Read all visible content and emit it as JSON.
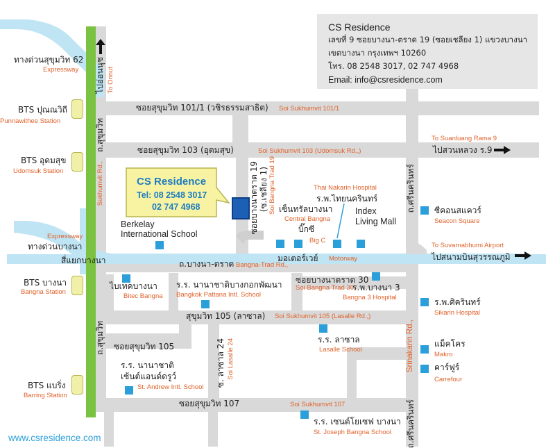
{
  "info_box": {
    "name": "CS Residence",
    "address_line1": "เลขที่ 9 ซอยบางนา-ตราด 19 (ซอยเชลียง 1) แขวงบางนา",
    "address_line2": "เขตบางนา กรุงเทพฯ 10260",
    "phone": "โทร. 08 2548 3017, 02 747 4968",
    "email": "Email: info@csresidence.com"
  },
  "callout": {
    "title": "CS Residence",
    "tel1": "Tel: 08 2548 3017",
    "tel2": "02 747 4968"
  },
  "website": "www.csresidence.com",
  "colors": {
    "road": "#d9d9d9",
    "expressway": "#bfe4f3",
    "bts_line": "#7cc242",
    "place_marker": "#2b9fd9",
    "english_label": "#e0622a",
    "callout_bg": "#f7f3a3",
    "callout_text": "#1d7cc2",
    "info_bg": "#e6e6e6"
  },
  "expressways": {
    "sukhumvit62_th": "ทางด่วนสุขุมวิท 62",
    "sukhumvit62_en": "Expressway",
    "bangna_th": "ทางด่วนบางนา",
    "bangna_en": "Expressway"
  },
  "bts": {
    "punnawithi_th": "BTS ปุณณวิถี",
    "punnawithi_en": "Punnawithee Station",
    "udomsuk_th": "BTS อุดมสุข",
    "udomsuk_en": "Udomsuk Station",
    "bangna_th": "BTS บางนา",
    "bangna_en": "Bangna Station",
    "bearing_th": "BTS แบริ่ง",
    "bearing_en": "Barring Station"
  },
  "roads": {
    "to_onnut_th": "ไปอ่อนนุช",
    "to_onnut_en": "To Onnut",
    "sukhumvit_th": "ถ.สุขุมวิท",
    "sukhumvit_en": "Sukhumvit Rd.,",
    "sukhumvit_th2": "ถ.สุขุมวิท",
    "soi101_1_th": "ซอยสุขุมวิท 101/1 (วชิรธรรมสาธิต)",
    "soi101_1_en": "Soi Sukhumvit 101/1",
    "soi103_th": "ซอยสุขุมวิท 103 (อุดมสุข)",
    "soi103_en": "Soi Sukhumvit 103 (Udomsuk Rd.,)",
    "to_suanluang_en": "To Suanluang Rama 9",
    "to_suanluang_th": "ไปสวนหลวง ร.9",
    "srinakarin_th": "ถ.ศรีนครินทร์",
    "srinakarin_en": "Srinakarin Rd.,",
    "srinakarin_th2": "ถ.ศรีนครินทร์",
    "soi_bangna19_th": "ซอยบางนาตราด 19",
    "soi_bangna19_th2": "(ซ.เชลียง 1)",
    "soi_bangna19_en": "Soi Bangna Trad 19",
    "bangna_junction_th": "สี่แยกบางนา",
    "bangna_trad_th": "ถ.บางนา-ตราด",
    "bangna_trad_en": "Bangna-Trad Rd.,",
    "motorway_th": "มอเตอร์เวย์",
    "motorway_en": "Motorway",
    "to_airport_en": "To Suvarnabhumi Airport",
    "to_airport_th": "ไปสนามบินสุวรรณภูมิ",
    "soi_bangna30_th": "ซอยบางนาตราด 30",
    "soi_bangna30_en": "Soi Bangna Trad 30",
    "soi105_th": "สุขุมวิท 105 (ลาซาล)",
    "soi105_en": "Soi Sukhumvit 105 (Lasalle Rd.,)",
    "soi105_th2": "ซอยสุขุมวิท 105",
    "lasalle24_th": "ซ. ลาซาล 24",
    "lasalle24_en": "Soi Lasalle 24",
    "soi107_th": "ซอยสุขุมวิท 107",
    "soi107_en": "Soi Sukhumvit 107"
  },
  "places": {
    "berkeley_1": "Berkelay",
    "berkeley_2": "International School",
    "central_th": "เซ็นทรัลบางนา",
    "central_en": "Central Bangna",
    "bigc_th": "บิ๊กซี",
    "bigc_en": "Big C",
    "thainakarin_en": "Thai Nakarin Hospital",
    "thainakarin_th": "ร.พ.ไทยนครินทร์",
    "index_1": "Index",
    "index_2": "Living Mall",
    "seacon_th": "ซีคอนสแควร์",
    "seacon_en": "Seacon Square",
    "bitec_th": "ไบเทคบางนา",
    "bitec_en": "Bitec Bangna",
    "bangkokpattana_th": "ร.ร. นานาชาติบางกอกพัฒนา",
    "bangkokpattana_en": "Bangkok Pattana Intl. School",
    "bangna3_th": "ร.พ.บางนา 3",
    "bangna3_en": "Bangna 3 Hospital",
    "sikarin_th": "ร.พ.ศิครินทร์",
    "sikarin_en": "Sikarin Hospital",
    "lasalle_th": "ร.ร. ลาซาล",
    "lasalle_en": "Lasalle School",
    "makro_th": "แม็คโคร",
    "makro_en": "Makro",
    "carrefour_th": "คาร์ฟูร์",
    "carrefour_en": "Carrefour",
    "standrew_th1": "ร.ร. นานาชาติ",
    "standrew_th2": "เซ้นต์แอนด์ดรูว์",
    "standrew_en": "St. Andrew Intl. School",
    "stjoseph_th": "ร.ร. เซนต์โยเซฟ บางนา",
    "stjoseph_en": "St. Joseph Bangna School"
  }
}
